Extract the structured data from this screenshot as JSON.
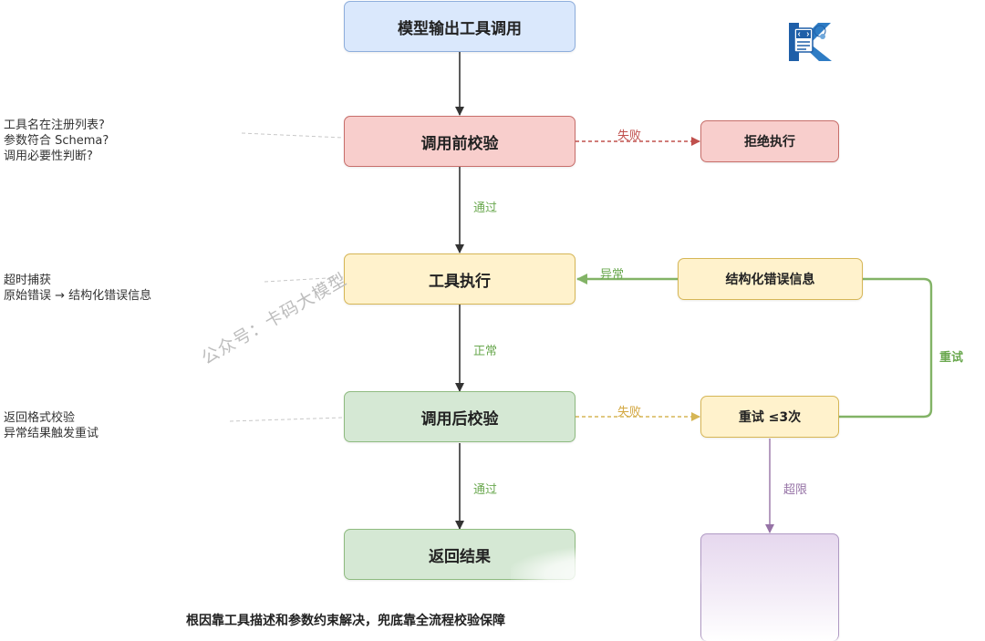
{
  "nodes": {
    "tool_call_output": "模型输出工具调用",
    "pre_call_validation": "调用前校验",
    "reject_execution": "拒绝执行",
    "tool_execution": "工具执行",
    "structured_error_info": "结构化错误信息",
    "post_call_validation": "调用后校验",
    "retry_limit": "重试 ≤3次",
    "return_result": "返回结果"
  },
  "edge_labels": {
    "pre_fail": "失败",
    "pre_pass": "通过",
    "exec_exception": "异常",
    "exec_normal": "正常",
    "post_fail": "失败",
    "post_pass": "通过",
    "retry": "重试",
    "over_limit": "超限"
  },
  "notes": {
    "pre_call": [
      "工具名在注册列表?",
      "参数符合 Schema?",
      "调用必要性判断?"
    ],
    "execution": [
      "超时捕获",
      "原始错误 → 结构化错误信息"
    ],
    "post_call": [
      "返回格式校验",
      "异常结果触发重试"
    ]
  },
  "footer": "根因靠工具描述和参数约束解决，兜底靠全流程校验保障",
  "watermark": "公众号：卡码大模型",
  "colors": {
    "blue_fill": "#dae8fc",
    "red_fill": "#f8cecc",
    "yellow_fill": "#fff2cc",
    "green_fill": "#d5e8d4",
    "purple_fill": "#e1d5e7",
    "arrow_dark": "#333333",
    "arrow_red": "#c0504d",
    "arrow_orange": "#d6b656",
    "arrow_green": "#82b366",
    "arrow_purple": "#9673a6",
    "logo_blue": "#1f5fa8"
  }
}
